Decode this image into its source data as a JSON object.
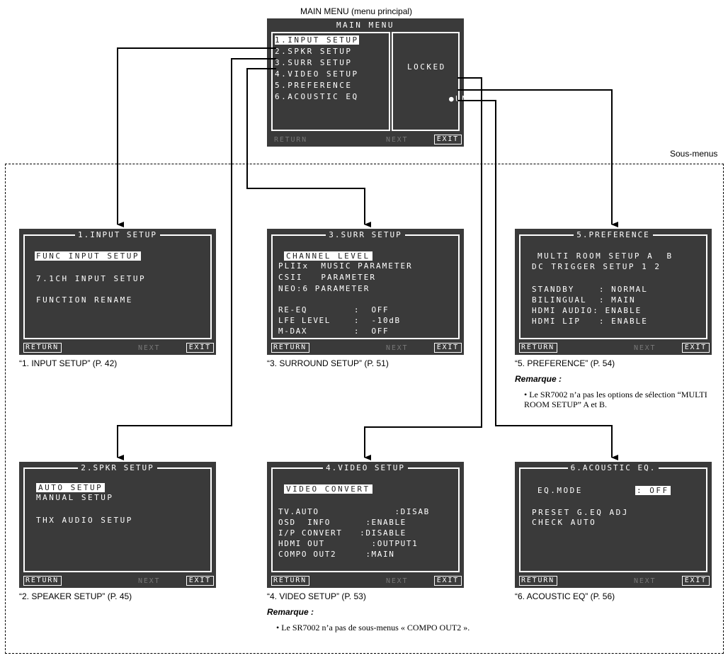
{
  "main_menu_caption": "MAIN MENU (menu principal)",
  "sous_menus_caption": "Sous-menus",
  "main_menu": {
    "title": "MAIN MENU",
    "items": [
      "1.INPUT SETUP",
      "2.SPKR SETUP",
      "3.SURR SETUP",
      "4.VIDEO SETUP",
      "5.PREFERENCE",
      "6.ACOUSTIC EQ"
    ],
    "locked": "LOCKED",
    "unlock": "UNLOCK",
    "return": "RETURN",
    "next": "NEXT",
    "exit": "EXIT"
  },
  "screens": {
    "input": {
      "title": "1.INPUT SETUP",
      "lines": [
        "FUNC INPUT SETUP",
        "7.1CH INPUT SETUP",
        "FUNCTION RENAME"
      ],
      "return": "RETURN",
      "next": "NEXT",
      "exit": "EXIT",
      "caption": "“1. INPUT SETUP” (P. 42)"
    },
    "surr": {
      "title": "3.SURR SETUP",
      "lines": [
        "CHANNEL LEVEL",
        "PLIIx  MUSIC PARAMETER",
        "CSII   PARAMETER",
        "NEO:6 PARAMETER",
        "RE-EQ        :  OFF",
        "LFE LEVEL    :  -10dB",
        "M-DAX        :  OFF"
      ],
      "return": "RETURN",
      "next": "NEXT",
      "exit": "EXIT",
      "caption": "“3. SURROUND SETUP” (P. 51)"
    },
    "pref": {
      "title": "5.PREFERENCE",
      "lines": [
        "MULTI ROOM SETUP A  B",
        "DC TRIGGER SETUP 1 2",
        "STANDBY    : NORMAL",
        "BILINGUAL  : MAIN",
        "HDMI AUDIO: ENABLE",
        "HDMI LIP   : ENABLE"
      ],
      "return": "RETURN",
      "next": "NEXT",
      "exit": "EXIT",
      "caption": "“5. PREFERENCE” (P. 54)"
    },
    "spkr": {
      "title": "2.SPKR SETUP",
      "lines": [
        "AUTO SETUP",
        "MANUAL SETUP",
        "THX AUDIO SETUP"
      ],
      "return": "RETURN",
      "next": "NEXT",
      "exit": "EXIT",
      "caption": "“2. SPEAKER SETUP” (P. 45)"
    },
    "video": {
      "title": "4.VIDEO SETUP",
      "lines": [
        "VIDEO CONVERT",
        "TV.AUTO             :DISAB",
        "OSD  INFO      :ENABLE",
        "I/P CONVERT   :DISABLE",
        "HDMI OUT        :OUTPUT1",
        "COMPO OUT2     :MAIN"
      ],
      "return": "RETURN",
      "next": "NEXT",
      "exit": "EXIT",
      "caption": "“4. VIDEO SETUP” (P. 53)"
    },
    "acoustic": {
      "title": "6.ACOUSTIC EQ.",
      "lines": [
        "EQ.MODE",
        ": OFF",
        "PRESET G.EQ ADJ",
        "CHECK AUTO"
      ],
      "return": "RETURN",
      "next": "NEXT",
      "exit": "EXIT",
      "caption": "“6. ACOUSTIC EQ” (P. 56)"
    }
  },
  "remarks": {
    "pref": {
      "title": "Remarque :",
      "text": "• Le SR7002 n’a pas les options de sélection “MULTI ROOM SETUP” A et B."
    },
    "video": {
      "title": "Remarque :",
      "text": "• Le SR7002 n’a pas de sous-menus « COMPO OUT2 »."
    }
  }
}
